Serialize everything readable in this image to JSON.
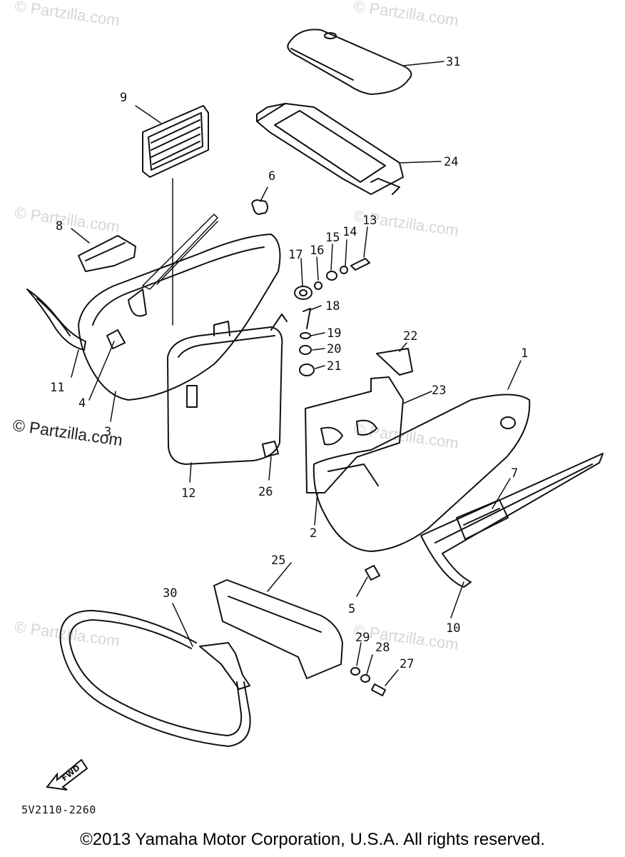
{
  "watermark": {
    "text": "© Partzilla.com",
    "strong_text": "© Partzilla.com"
  },
  "callouts": [
    "1",
    "2",
    "3",
    "4",
    "5",
    "6",
    "7",
    "8",
    "9",
    "10",
    "11",
    "12",
    "13",
    "14",
    "15",
    "16",
    "17",
    "18",
    "19",
    "20",
    "21",
    "22",
    "23",
    "24",
    "25",
    "26",
    "27",
    "28",
    "29",
    "30",
    "31"
  ],
  "fwd_label": "FWD",
  "diagram_code": "5V2110-2260",
  "copyright": "©2013  Yamaha Motor Corporation, U.S.A. All rights reserved."
}
